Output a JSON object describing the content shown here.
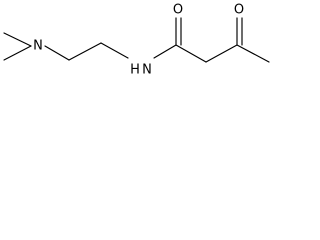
{
  "molecule": {
    "atoms": {
      "amine_n": "N",
      "amide_n_h": "H",
      "amide_n": "N",
      "amide_o": "O",
      "ketone_o": "O"
    }
  }
}
